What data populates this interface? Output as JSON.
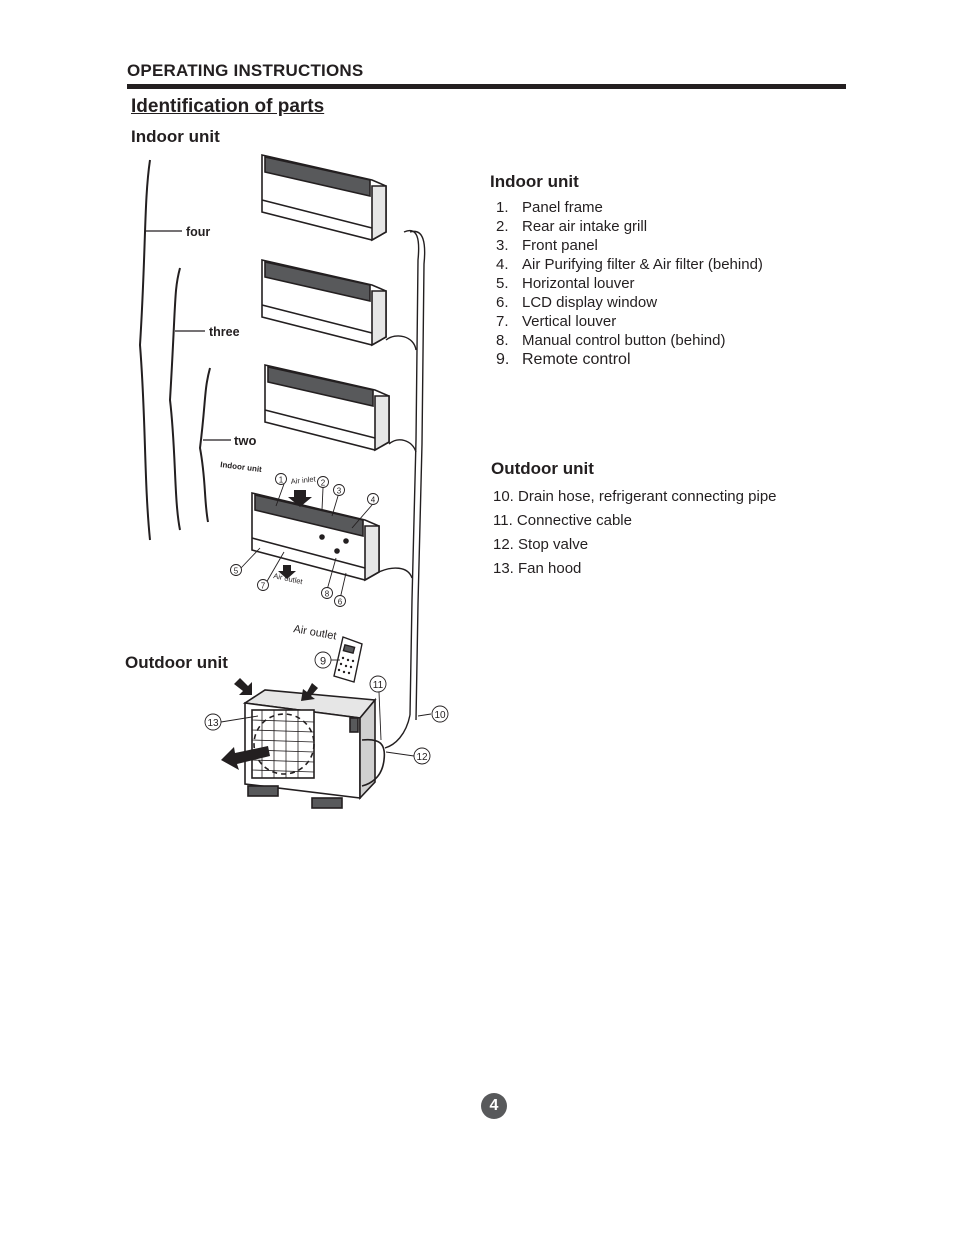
{
  "header": {
    "title": "OPERATING INSTRUCTIONS"
  },
  "section": {
    "title": "Identification of parts"
  },
  "diagram": {
    "indoor_heading": "Indoor unit",
    "outdoor_heading": "Outdoor unit",
    "group_labels": {
      "four": "four",
      "three": "three",
      "two": "two"
    },
    "unit_caption": "Indoor unit",
    "air_inlet": "Air inlet",
    "air_outlet_small": "Air outlet",
    "air_outlet_remote": "Air outlet",
    "callouts": [
      "1",
      "2",
      "3",
      "4",
      "5",
      "6",
      "7",
      "8",
      "9",
      "10",
      "11",
      "12",
      "13"
    ]
  },
  "indoor_parts": {
    "heading": "Indoor unit",
    "items": [
      {
        "num": "1.",
        "label": "Panel frame"
      },
      {
        "num": "2.",
        "label": "Rear air intake grill"
      },
      {
        "num": "3.",
        "label": "Front panel"
      },
      {
        "num": "4.",
        "label": "Air Purifying filter & Air filter (behind)"
      },
      {
        "num": "5.",
        "label": "Horizontal louver"
      },
      {
        "num": "6.",
        "label": "LCD display window"
      },
      {
        "num": "7.",
        "label": "Vertical louver"
      },
      {
        "num": "8.",
        "label": "Manual control button (behind)"
      },
      {
        "num": "9.",
        "label": "Remote control"
      }
    ]
  },
  "outdoor_parts": {
    "heading": "Outdoor unit",
    "items": [
      "10. Drain hose, refrigerant connecting pipe",
      "11. Connective cable",
      "12. Stop valve",
      "13. Fan hood"
    ]
  },
  "page": {
    "number": "4"
  }
}
